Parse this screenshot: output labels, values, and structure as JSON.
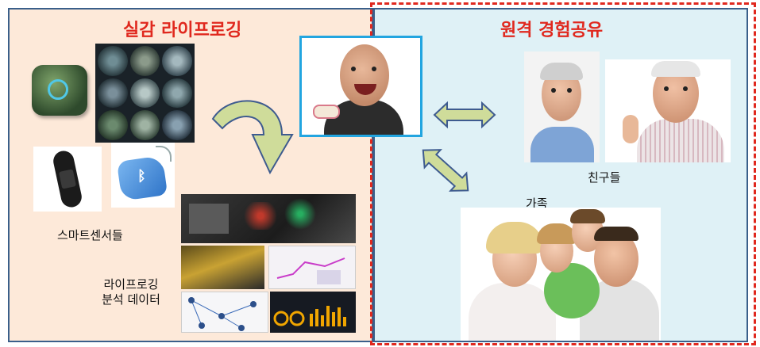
{
  "left_section": {
    "title": "실감 라이프로깅",
    "sensors_label": "스마트센서들",
    "analysis_label_line1": "라이프로깅",
    "analysis_label_line2": "분석 데이터"
  },
  "right_section": {
    "title": "원격 경험공유",
    "friends_label": "친구들",
    "family_label": "가족"
  },
  "colors": {
    "title_red": "#e0281e",
    "left_bg": "#fde9d9",
    "right_bg": "#dff1f6",
    "border_blue": "#3a5f8a",
    "arrow_fill": "#cfdc9a",
    "arrow_stroke": "#3e5b8f",
    "center_frame": "#22a5e0"
  },
  "icons": [
    "wearable-camera-icon",
    "wristband-icon",
    "bluetooth-beacon-icon",
    "curved-arrow-icon",
    "double-arrow-icon"
  ]
}
